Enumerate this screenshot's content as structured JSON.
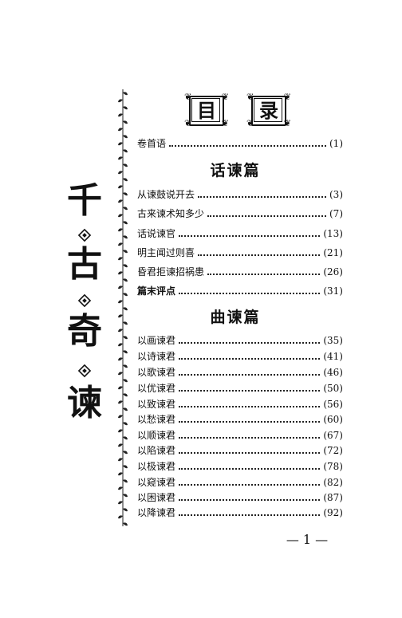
{
  "side_title": [
    "千",
    "古",
    "奇",
    "谏"
  ],
  "header": {
    "left": "目",
    "right": "录"
  },
  "preface": {
    "title": "卷首语",
    "page": "(1)"
  },
  "sections": [
    {
      "title": "话谏篇",
      "entries": [
        {
          "title": "从谏鼓说开去",
          "page": "(3)"
        },
        {
          "title": "古来谏术知多少",
          "page": "(7)"
        },
        {
          "title": "话说谏官",
          "page": "(13)"
        },
        {
          "title": "明主闻过则喜",
          "page": "(21)"
        },
        {
          "title": "昏君拒谏招祸患",
          "page": "(26)"
        },
        {
          "title": "篇末评点",
          "page": "(31)"
        }
      ]
    },
    {
      "title": "曲谏篇",
      "entries": [
        {
          "title": "以画谏君",
          "page": "(35)"
        },
        {
          "title": "以诗谏君",
          "page": "(41)"
        },
        {
          "title": "以歌谏君",
          "page": "(46)"
        },
        {
          "title": "以优谏君",
          "page": "(50)"
        },
        {
          "title": "以致谏君",
          "page": "(56)"
        },
        {
          "title": "以愁谏君",
          "page": "(60)"
        },
        {
          "title": "以顺谏君",
          "page": "(67)"
        },
        {
          "title": "以陷谏君",
          "page": "(72)"
        },
        {
          "title": "以极谏君",
          "page": "(78)"
        },
        {
          "title": "以窥谏君",
          "page": "(82)"
        },
        {
          "title": "以困谏君",
          "page": "(87)"
        },
        {
          "title": "以降谏君",
          "page": "(92)"
        }
      ]
    }
  ],
  "folio": "— 1 —"
}
